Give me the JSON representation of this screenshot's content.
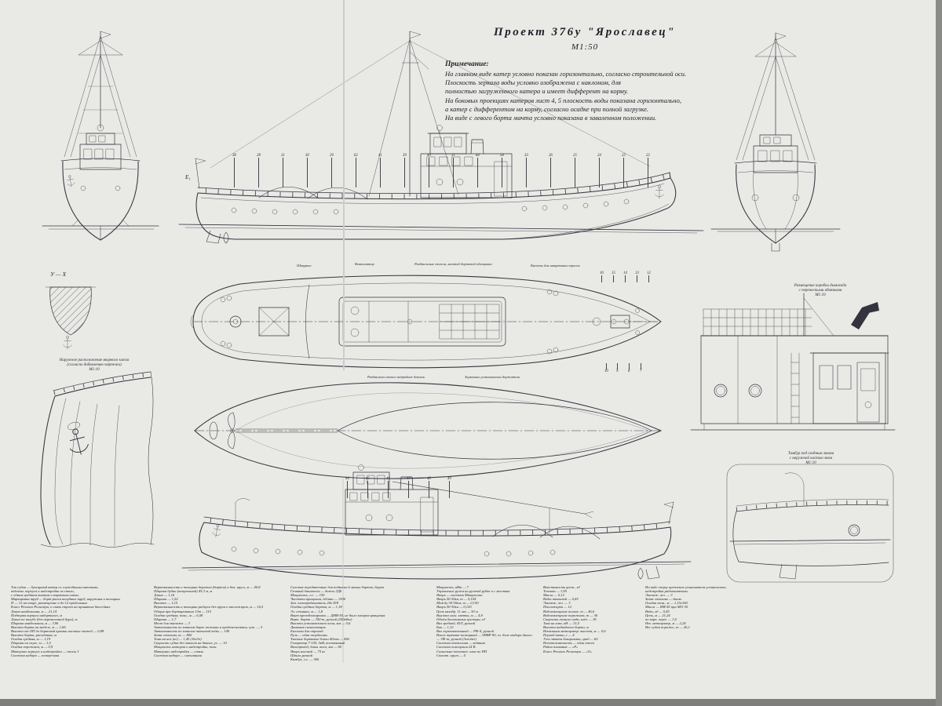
{
  "title": {
    "project": "Проект 376у \"Ярославец\"",
    "scale": "М1:50"
  },
  "note": {
    "heading": "Примечание:",
    "lines": [
      "На главном виде катер условно показан горизонтально, согласно строительной оси.",
      "Плоскость зеркала воды условно изображена с наклоном, для",
      "полностью загруженного катера и имеет дифферент на корму.",
      "На боковых проекциях катеров лист 4, 5 плоскость воды показана горизонтально,",
      "а катер с дифферентом на корму, согласно осадке при полной загрузке.",
      "На виде с левого борта мачта условно показана в заваленном положении."
    ]
  },
  "captions": {
    "section_yx": "У — Х",
    "e1": "Е₁",
    "deck_top": [
      "Штурвал",
      "Вентилятор",
      "Раздвижные стекла, мачтой бортовой облицовки",
      "Кнехты для швартовых тросов"
    ],
    "deck_bottom": [
      "Раздвижка стекол подробнее деталь",
      "Зеркально установлены держатели"
    ],
    "bow_detail": [
      "Наружное расположение якорного клюза",
      "(согласно добавлению чертежа)",
      "М1:10"
    ],
    "deckhouse_detail": [
      "Размещение коробки дымохода",
      "с переносными обвязками",
      "М1:10"
    ],
    "stern_detail": [
      "Тамбур под сходным люком",
      "с наружной частью люка",
      "М1:10"
    ]
  },
  "callouts": {
    "side_view": [
      "38",
      "28",
      "31",
      "30",
      "29",
      "62",
      "41",
      "39",
      "40",
      "21",
      "64",
      "58",
      "33",
      "26",
      "25",
      "24",
      "23",
      "22"
    ],
    "deck_top": [
      "16",
      "15",
      "14",
      "13",
      "12"
    ],
    "deck_bottom": [
      "10",
      "9",
      "8",
      "7"
    ],
    "port_view": [
      "44",
      "45",
      "46",
      "47",
      "48",
      "49"
    ]
  },
  "specs": {
    "columns": [
      [
        "Тип судна — буксирный катер со служебными каютами,",
        "водоизм. корпуса и надстройки из стали,",
        "с одним гребным винтом и кормовым гаком.",
        "Маркировка труб — борт-риски палубных труб, наружная и толщина",
        "П — 12 на опоре, размещение и до 12 продольных",
        "Класс Речного Регистра, и связь строек на принятых бассейнах",
        "Длина наибольшая, м — 21,14",
        "Подпорка корпуса набортного, м",
        "Длина по палубе (без переваленной бури), м",
        "Ширина наибольшая, м — 3,96",
        "Высота борта на миделе, м — 1,66",
        "Высота от ОП до бортовой кромки носовых частей — 0,88",
        "Высота борта, расчётная, м",
        "Осадка средняя, м — 1,19",
        "Ширина по скуле, м — 3,5",
        "Осадка порожнем, м — 0,9",
        "Материал корпуса и надстройки — сталь 3",
        "Система набора — поперечная"
      ],
      [
        "Вертикальность и толщина деревьев (бортов) и бок. кругл, м — 40,8",
        "Ширина будки (встроенной) 45,3 м, м",
        "Длина — 1,16",
        "Ширина — 1,52",
        "Высота — 1,15",
        "Вертикальность и толщина радиуса без круга и пассажиров, м — 16,5",
        "Общая при бортировании 13т — 110",
        "Осадка средняя, полн., м — 6,58",
        "Ширина — 1,7",
        "Мест для экипажа — 3",
        "Автономность по запасам борт. топлива и продовольствия, сут. — 5",
        "Автономность по запасам питьевой воды — 140",
        "Запас топлива, кг — 800",
        "Тонн на нос (кг) — 1,45 (16х3ч)",
        "Скорость судна без запасов на бакене, уз. — 10",
        "Мощность моторов и надстройки, полн.",
        "Материал надстройки — сталь",
        "Система набора — смешанная"
      ],
      [
        "Силовые передаточные для подвески 6 малых бортов, берут",
        "Главный двигатель — дизель 3Д6",
        "Мощность, л.с. — 150",
        "Частота вращения, об/мин — 1500",
        "Зап. электродвигатель 24ч П/8",
        "Осадка средних бортов, м — 1,18",
        "Эл. стоянки, м — 1,8",
        "Винт крепоблокировки — ДМВ-50, не было зазоров вращения",
        "Верт. борта — 350-т, ручной (250х8кг)",
        "Высота установочного киля, мм — 0,6",
        "Дымовая сигнализация",
        "Баллоны для опрокид.",
        "Руль — один полубаланс.",
        "Тяговые бортовые блоки 40/мм — 456",
        "Генератор 7-150, 5кВ, постоянный",
        "Валопровод, диам. вала, мм — 60",
        "Якорь носовой — 75 кг",
        "Шпиль ручной",
        "Камбуз, л.с. — 360"
      ],
      [
        "Мощность, кВт — 7",
        "Управление рулём на рулевой рубке и с мостика",
        "Якорь — система Матросова",
        "Якорь 50-30кн, т — 0,104",
        "Между 30-50км, т — 0,150",
        "Якорь 50-30кн — 0,143",
        "Цепь калибр. 11 мм — 50 м",
        "Высота сигн. мачты, м — 4,9",
        "Объём балластных цистерн, м³",
        "Вал гребной, 45Л, ручной",
        "Бак — 1,12",
        "Вал горизонтальный — РФ-4, ручной",
        "Насос трюмно-пожарный — 5НВР-90, эл. блок отбора давления.",
        "— 3Ф-т, ручной (3мч.6кг)",
        "Система отопления — водяная",
        "Система освещения 24 В",
        "Сигнально-отличит. огни по ПП",
        "Спасат. круги — 4"
      ],
      [
        "Вместимость цист., м³",
        "Топлива — 1,95",
        "Масла — 0,12",
        "Воды питьевой — 0,45",
        "Экипаж, чел. — 3",
        "Пассажиров — 12",
        "Водоизмещение полное, т — 46,6",
        "Водоизмещение порожнем, т — 36",
        "Скорость полного хода, км/ч — 18",
        "Тяга на гаке, кН — 13,5",
        "Высота надводного борта, м",
        "Начальная метацентр. высота, м — 0,6",
        "Период качки, с — 4",
        "Угол заката диаграммы, град — 60",
        "Непотопляемость — один отсек",
        "Район плавания — «Р»",
        "Класс Речного Регистра — «О»"
      ],
      [
        "На виде сверху крепление усыновителя установлено,",
        "надстройка радиоантенны.",
        "Экипаж, чел. — 3",
        "Запас топлива — движ.",
        "Осадка полн., м — 1,15х160",
        "Масса — ЯМ-45 при МО-30",
        "Вода, м³ — 0,45",
        "Цепь, м — 21,24",
        "по корп. черт. — 3,5",
        "Ит. метацентр, м — 2,24",
        "Вес судна порожн., т — 26,1"
      ]
    ]
  }
}
